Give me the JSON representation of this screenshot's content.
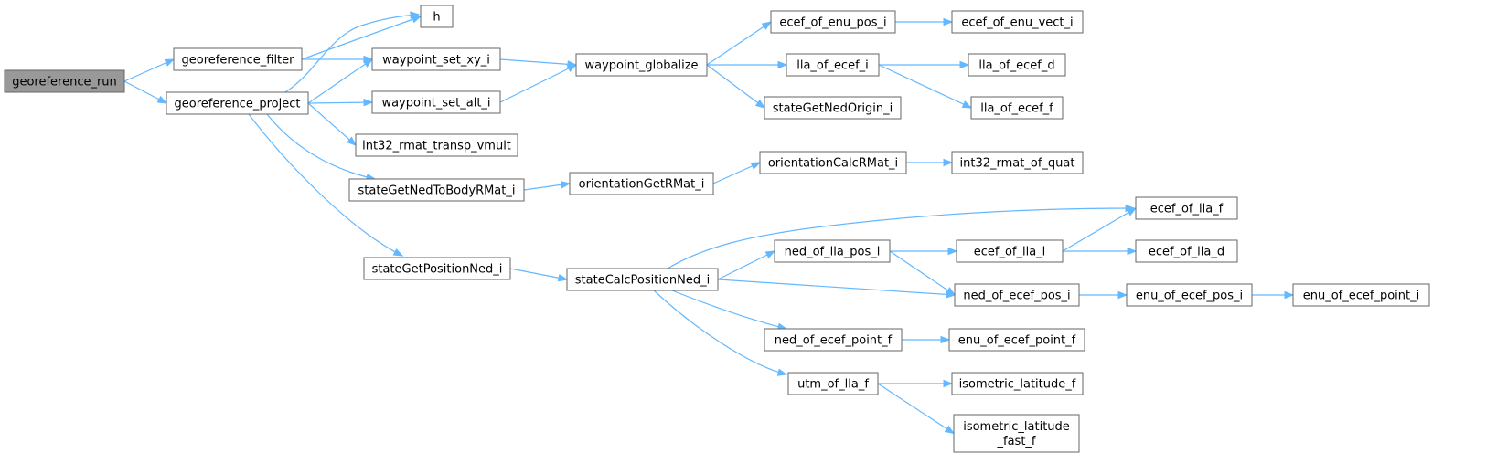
{
  "diagram": {
    "type": "call-graph",
    "root": "georeference_run",
    "colors": {
      "edge": "#63b8ff",
      "node_border": "#666666",
      "root_fill": "#999999",
      "node_fill": "#ffffff"
    },
    "nodes": [
      {
        "id": "georeference_run",
        "label": "georeference_run"
      },
      {
        "id": "georeference_filter",
        "label": "georeference_filter"
      },
      {
        "id": "georeference_project",
        "label": "georeference_project"
      },
      {
        "id": "h",
        "label": "h"
      },
      {
        "id": "waypoint_set_xy_i",
        "label": "waypoint_set_xy_i"
      },
      {
        "id": "waypoint_set_alt_i",
        "label": "waypoint_set_alt_i"
      },
      {
        "id": "int32_rmat_transp_vmult",
        "label": "int32_rmat_transp_vmult"
      },
      {
        "id": "stateGetNedToBodyRMat_i",
        "label": "stateGetNedToBodyRMat_i"
      },
      {
        "id": "stateGetPositionNed_i",
        "label": "stateGetPositionNed_i"
      },
      {
        "id": "waypoint_globalize",
        "label": "waypoint_globalize"
      },
      {
        "id": "orientationGetRMat_i",
        "label": "orientationGetRMat_i"
      },
      {
        "id": "stateCalcPositionNed_i",
        "label": "stateCalcPositionNed_i"
      },
      {
        "id": "ecef_of_enu_pos_i",
        "label": "ecef_of_enu_pos_i"
      },
      {
        "id": "lla_of_ecef_i",
        "label": "lla_of_ecef_i"
      },
      {
        "id": "stateGetNedOrigin_i",
        "label": "stateGetNedOrigin_i"
      },
      {
        "id": "orientationCalcRMat_i",
        "label": "orientationCalcRMat_i"
      },
      {
        "id": "ned_of_lla_pos_i",
        "label": "ned_of_lla_pos_i"
      },
      {
        "id": "ned_of_ecef_point_f",
        "label": "ned_of_ecef_point_f"
      },
      {
        "id": "utm_of_lla_f",
        "label": "utm_of_lla_f"
      },
      {
        "id": "ecef_of_enu_vect_i",
        "label": "ecef_of_enu_vect_i"
      },
      {
        "id": "lla_of_ecef_d",
        "label": "lla_of_ecef_d"
      },
      {
        "id": "lla_of_ecef_f",
        "label": "lla_of_ecef_f"
      },
      {
        "id": "int32_rmat_of_quat",
        "label": "int32_rmat_of_quat"
      },
      {
        "id": "ecef_of_lla_f",
        "label": "ecef_of_lla_f"
      },
      {
        "id": "ecef_of_lla_i",
        "label": "ecef_of_lla_i"
      },
      {
        "id": "ecef_of_lla_d",
        "label": "ecef_of_lla_d"
      },
      {
        "id": "ned_of_ecef_pos_i",
        "label": "ned_of_ecef_pos_i"
      },
      {
        "id": "enu_of_ecef_pos_i",
        "label": "enu_of_ecef_pos_i"
      },
      {
        "id": "enu_of_ecef_point_i",
        "label": "enu_of_ecef_point_i"
      },
      {
        "id": "enu_of_ecef_point_f",
        "label": "enu_of_ecef_point_f"
      },
      {
        "id": "isometric_latitude_f",
        "label": "isometric_latitude_f"
      },
      {
        "id": "isometric_latitude_fast_f",
        "label": "isometric_latitude\n_fast_f"
      }
    ],
    "edges": [
      {
        "from": "georeference_run",
        "to": "georeference_filter"
      },
      {
        "from": "georeference_run",
        "to": "georeference_project"
      },
      {
        "from": "georeference_filter",
        "to": "h"
      },
      {
        "from": "georeference_filter",
        "to": "waypoint_set_xy_i"
      },
      {
        "from": "georeference_project",
        "to": "h"
      },
      {
        "from": "georeference_project",
        "to": "waypoint_set_xy_i"
      },
      {
        "from": "georeference_project",
        "to": "waypoint_set_alt_i"
      },
      {
        "from": "georeference_project",
        "to": "int32_rmat_transp_vmult"
      },
      {
        "from": "georeference_project",
        "to": "stateGetNedToBodyRMat_i"
      },
      {
        "from": "georeference_project",
        "to": "stateGetPositionNed_i"
      },
      {
        "from": "waypoint_set_xy_i",
        "to": "waypoint_globalize"
      },
      {
        "from": "waypoint_set_alt_i",
        "to": "waypoint_globalize"
      },
      {
        "from": "waypoint_globalize",
        "to": "ecef_of_enu_pos_i"
      },
      {
        "from": "waypoint_globalize",
        "to": "lla_of_ecef_i"
      },
      {
        "from": "waypoint_globalize",
        "to": "stateGetNedOrigin_i"
      },
      {
        "from": "ecef_of_enu_pos_i",
        "to": "ecef_of_enu_vect_i"
      },
      {
        "from": "lla_of_ecef_i",
        "to": "lla_of_ecef_d"
      },
      {
        "from": "lla_of_ecef_i",
        "to": "lla_of_ecef_f"
      },
      {
        "from": "stateGetNedToBodyRMat_i",
        "to": "orientationGetRMat_i"
      },
      {
        "from": "orientationGetRMat_i",
        "to": "orientationCalcRMat_i"
      },
      {
        "from": "orientationCalcRMat_i",
        "to": "int32_rmat_of_quat"
      },
      {
        "from": "stateGetPositionNed_i",
        "to": "stateCalcPositionNed_i"
      },
      {
        "from": "stateCalcPositionNed_i",
        "to": "ecef_of_lla_f"
      },
      {
        "from": "stateCalcPositionNed_i",
        "to": "ned_of_lla_pos_i"
      },
      {
        "from": "stateCalcPositionNed_i",
        "to": "ned_of_ecef_pos_i"
      },
      {
        "from": "stateCalcPositionNed_i",
        "to": "ned_of_ecef_point_f"
      },
      {
        "from": "stateCalcPositionNed_i",
        "to": "utm_of_lla_f"
      },
      {
        "from": "ned_of_lla_pos_i",
        "to": "ecef_of_lla_i"
      },
      {
        "from": "ned_of_lla_pos_i",
        "to": "ned_of_ecef_pos_i"
      },
      {
        "from": "ecef_of_lla_i",
        "to": "ecef_of_lla_f"
      },
      {
        "from": "ecef_of_lla_i",
        "to": "ecef_of_lla_d"
      },
      {
        "from": "ned_of_ecef_pos_i",
        "to": "enu_of_ecef_pos_i"
      },
      {
        "from": "enu_of_ecef_pos_i",
        "to": "enu_of_ecef_point_i"
      },
      {
        "from": "ned_of_ecef_point_f",
        "to": "enu_of_ecef_point_f"
      },
      {
        "from": "utm_of_lla_f",
        "to": "isometric_latitude_f"
      },
      {
        "from": "utm_of_lla_f",
        "to": "isometric_latitude_fast_f"
      }
    ]
  }
}
